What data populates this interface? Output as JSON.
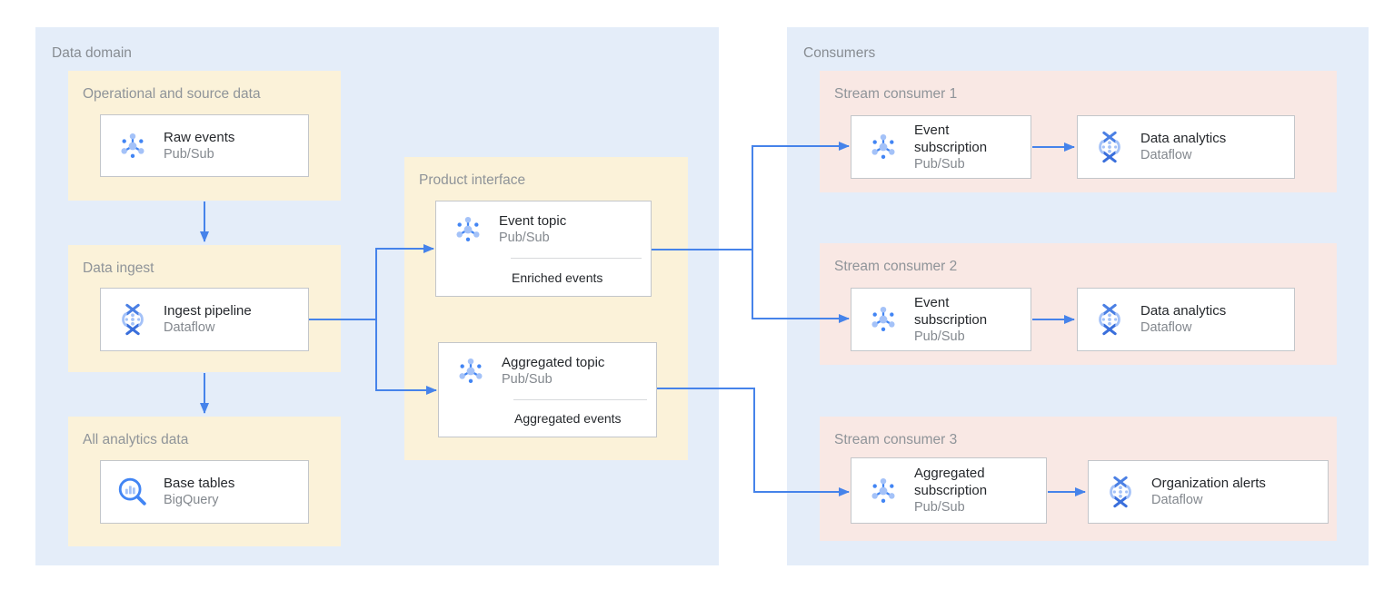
{
  "palette": {
    "region_fill": "#e4edf9",
    "group_fill_yellow": "#fbf2d9",
    "group_fill_pink": "#f9e8e4",
    "card_fill": "#ffffff",
    "card_border": "#c3c6ca",
    "arrow_blue": "#4683ea",
    "region_title_gray": "#878c92",
    "card_title_color": "#25282c",
    "card_subtitle_gray": "#83888e",
    "icon_blue": "#4285f4",
    "icon_light_blue": "#a4c2f8"
  },
  "data_domain": {
    "title": "Data domain",
    "operational": {
      "title": "Operational and source data",
      "card": {
        "title": "Raw events",
        "subtitle": "Pub/Sub",
        "icon": "pubsub-icon"
      }
    },
    "ingest": {
      "title": "Data ingest",
      "card": {
        "title": "Ingest pipeline",
        "subtitle": "Dataflow",
        "icon": "dataflow-icon"
      }
    },
    "analytics": {
      "title": "All analytics data",
      "card": {
        "title": "Base tables",
        "subtitle": "BigQuery",
        "icon": "bigquery-icon"
      }
    },
    "product_interface": {
      "title": "Product interface",
      "event_topic": {
        "title": "Event topic",
        "subtitle": "Pub/Sub",
        "label": "Enriched events",
        "icon": "pubsub-icon"
      },
      "aggregated_topic": {
        "title": "Aggregated topic",
        "subtitle": "Pub/Sub",
        "label": "Aggregated events",
        "icon": "pubsub-icon"
      }
    }
  },
  "consumers": {
    "title": "Consumers",
    "groups": [
      {
        "title": "Stream consumer 1",
        "subscription": {
          "title": "Event subscription",
          "subtitle": "Pub/Sub",
          "icon": "pubsub-icon"
        },
        "processor": {
          "title": "Data analytics",
          "subtitle": "Dataflow",
          "icon": "dataflow-icon"
        }
      },
      {
        "title": "Stream consumer 2",
        "subscription": {
          "title": "Event subscription",
          "subtitle": "Pub/Sub",
          "icon": "pubsub-icon"
        },
        "processor": {
          "title": "Data analytics",
          "subtitle": "Dataflow",
          "icon": "dataflow-icon"
        }
      },
      {
        "title": "Stream consumer 3",
        "subscription": {
          "title": "Aggregated subscription",
          "subtitle": "Pub/Sub",
          "icon": "pubsub-icon"
        },
        "processor": {
          "title": "Organization alerts",
          "subtitle": "Dataflow",
          "icon": "dataflow-icon"
        }
      }
    ]
  }
}
